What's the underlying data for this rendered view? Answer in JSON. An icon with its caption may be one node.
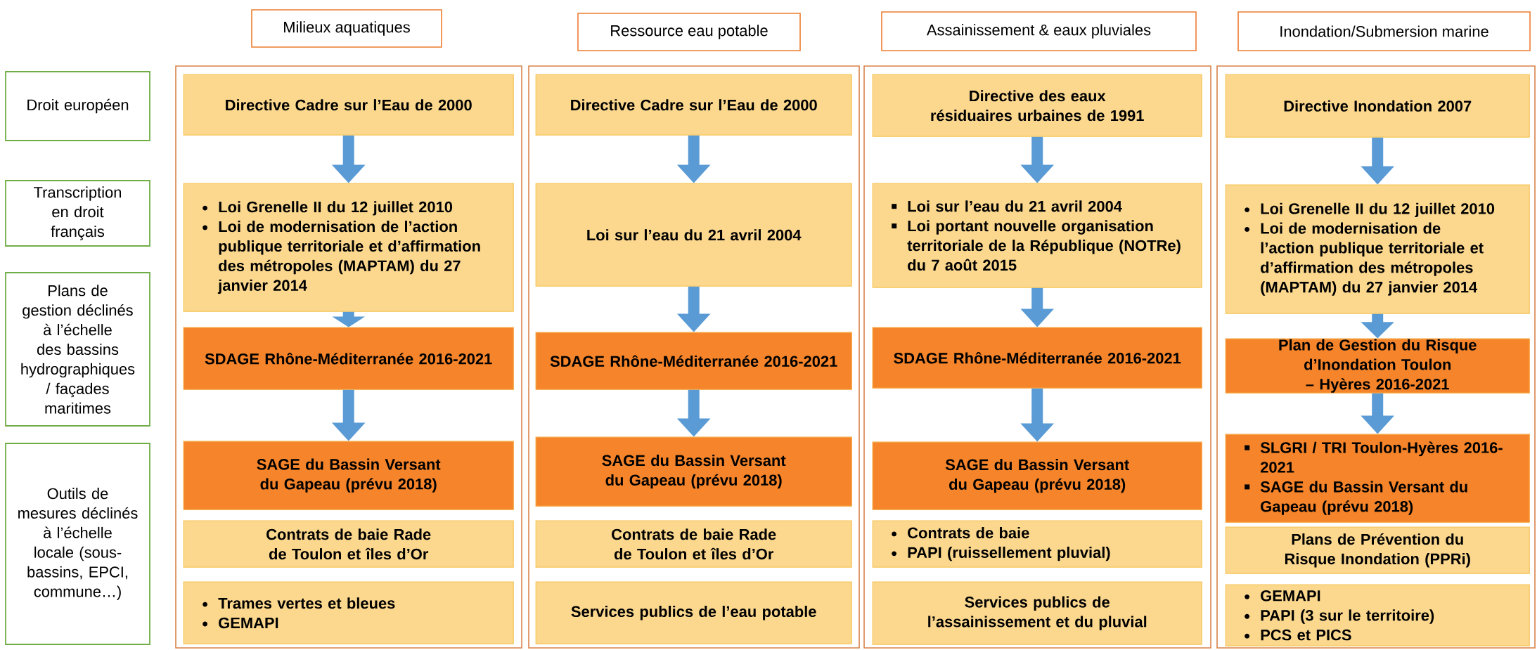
{
  "diagram": {
    "nodes": [
      {
        "text": [
          "Droit européen"
        ]
      },
      {
        "text": [
          "Transcription en droit français"
        ]
      },
      {
        "text": [
          "Plans de gestion déclinés à l’échelle des bassins hydrographiques / façades maritimes"
        ]
      },
      {
        "text": [
          "Outils de mesures déclinés à l’échelle locale (sous-bassins, EPCI, commune…)"
        ]
      },
      {
        "text": [
          "Milieux aquatiques"
        ]
      },
      {
        "text": [
          "Directive Cadre sur l’Eau de 2000"
        ],
        "in": 4
      },
      {
        "text": [
          "Loi Grenelle II du 12 juillet 2010",
          "Loi de modernisation de l’action publique territoriale et d’affirmation des métropoles (MAPTAM) du 27 janvier 2014"
        ],
        "in": 4
      },
      {
        "text": [
          "SDAGE Rhône-Méditerranée 2016-2021"
        ],
        "in": 4
      },
      {
        "text": [
          "SAGE du Bassin Versant du Gapeau (prévu 2018)"
        ],
        "in": 4
      },
      {
        "text": [
          "Contrats de baie Rade de Toulon et îles d’Or"
        ],
        "in": 4
      },
      {
        "text": [
          "Trames vertes et bleues",
          "GEMAPI"
        ],
        "in": 4
      },
      {
        "text": [
          "Ressource eau potable"
        ]
      },
      {
        "text": [
          "Directive Cadre sur l’Eau de 2000"
        ],
        "in": 11
      },
      {
        "text": [
          "Loi sur l’eau du 21 avril 2004"
        ],
        "in": 11
      },
      {
        "text": [
          "SDAGE Rhône-Méditerranée 2016-2021"
        ],
        "in": 11
      },
      {
        "text": [
          "SAGE du Bassin Versant du Gapeau (prévu 2018)"
        ],
        "in": 11
      },
      {
        "text": [
          "Contrats de baie Rade de Toulon et îles d’Or"
        ],
        "in": 11
      },
      {
        "text": [
          "Services publics de l’eau potable"
        ],
        "in": 11
      },
      {
        "text": [
          "Assainissement & eaux pluviales"
        ]
      },
      {
        "text": [
          "Directive des eaux résiduaires urbaines de 1991"
        ],
        "in": 18
      },
      {
        "text": [
          "Loi sur l’eau du 21 avril 2004",
          "Loi portant nouvelle organisation territoriale de la République (NOTRe) du 7 août 2015"
        ],
        "in": 18
      },
      {
        "text": [
          "SDAGE Rhône-Méditerranée 2016-2021"
        ],
        "in": 18
      },
      {
        "text": [
          "SAGE du Bassin Versant du Gapeau (prévu 2018)"
        ],
        "in": 18
      },
      {
        "text": [
          "Contrats de baie",
          "PAPI (ruissellement pluvial)"
        ],
        "in": 18
      },
      {
        "text": [
          "Services publics de l’assainissement et du pluvial"
        ],
        "in": 18
      },
      {
        "text": [
          "Inondation/Submersion marine"
        ]
      },
      {
        "text": [
          "Directive Inondation 2007"
        ],
        "in": 25
      },
      {
        "text": [
          "Loi Grenelle II du 12 juillet 2010",
          "Loi de modernisation de l’action publique territoriale et d’affirmation des métropoles (MAPTAM) du 27 janvier 2014"
        ],
        "in": 25
      },
      {
        "text": [
          "Plan de Gestion du Risque d’Inondation Toulon – Hyères 2016-2021"
        ],
        "in": 25
      },
      {
        "text": [
          "SLGRI / TRI Toulon-Hyères 2016-2021",
          "SAGE du Bassin Versant du Gapeau (prévu 2018)"
        ],
        "in": 25
      },
      {
        "text": [
          "Plans de Prévention du Risque Inondation (PPRi)"
        ],
        "in": 25
      },
      {
        "text": [
          "GEMAPI",
          "PAPI (3 sur le territoire)",
          "PCS et PICS"
        ],
        "in": 25
      }
    ],
    "edges": [
      {
        "from": 5,
        "to": 6,
        "arrow": "to"
      },
      {
        "from": 6,
        "to": 7,
        "arrow": "to"
      },
      {
        "from": 7,
        "to": 8,
        "arrow": "to"
      },
      {
        "from": 12,
        "to": 13,
        "arrow": "to"
      },
      {
        "from": 13,
        "to": 14,
        "arrow": "to"
      },
      {
        "from": 14,
        "to": 15,
        "arrow": "to"
      },
      {
        "from": 19,
        "to": 20,
        "arrow": "to"
      },
      {
        "from": 20,
        "to": 21,
        "arrow": "to"
      },
      {
        "from": 21,
        "to": 22,
        "arrow": "to"
      },
      {
        "from": 26,
        "to": 27,
        "arrow": "to"
      },
      {
        "from": 27,
        "to": 28,
        "arrow": "to"
      },
      {
        "from": 28,
        "to": 29,
        "arrow": "to"
      }
    ]
  }
}
